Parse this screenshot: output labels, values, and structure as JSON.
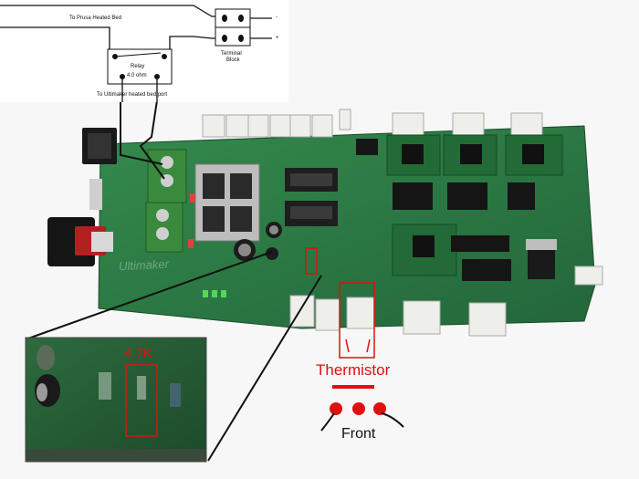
{
  "wiring_diagram": {
    "top_label": "To Prusa Heated Bed",
    "relay_label": "Relay",
    "relay_rating": "4.0 ohm",
    "terminal_block_label_1": "Terminal",
    "terminal_block_label_2": "Block",
    "bottom_label": "To Ultimaker heated bed port",
    "minus_sign": "-",
    "plus_sign": "+"
  },
  "annotations": {
    "resistor_value": "4.7K",
    "thermistor_label": "Thermistor",
    "front_label": "Front"
  },
  "board": {
    "silkscreen_text": "Ultimaker"
  },
  "colors": {
    "pcb_green": "#2f7f46",
    "pcb_dark": "#1f5a32",
    "annotation_red": "#e01010",
    "connector_white": "#eeeeea",
    "terminal_green": "#3a8a3e",
    "background": "#ffffff"
  }
}
